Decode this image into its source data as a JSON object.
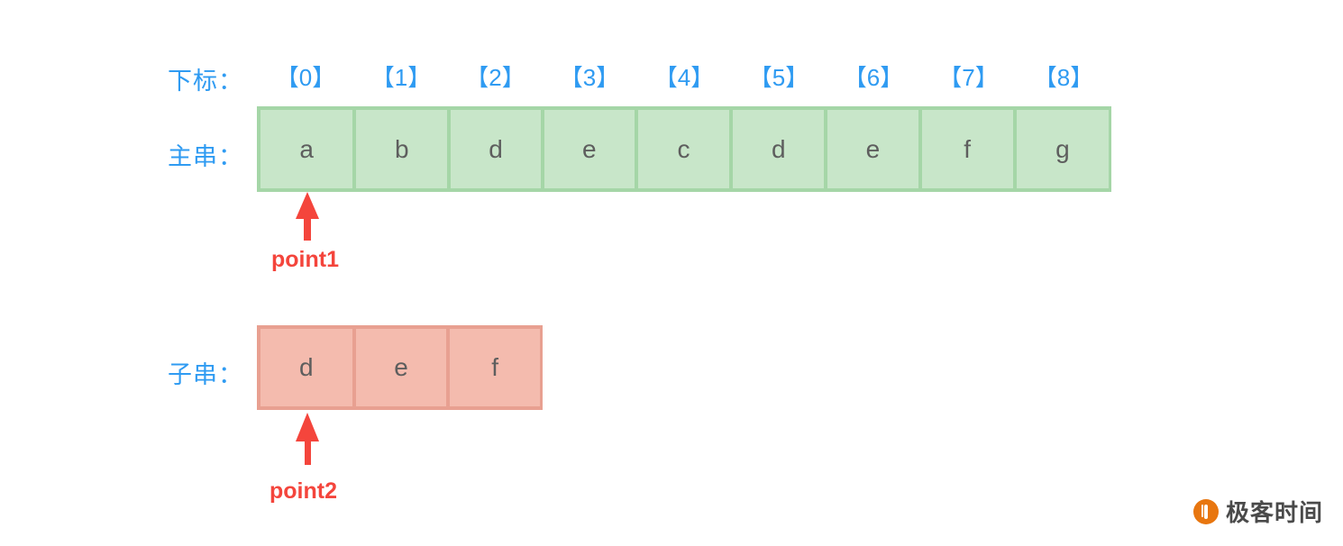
{
  "labels": {
    "index_row": "下标：",
    "main_row": "主串：",
    "sub_row": "子串："
  },
  "index_cells": [
    "【0】",
    "【1】",
    "【2】",
    "【3】",
    "【4】",
    "【5】",
    "【6】",
    "【7】",
    "【8】"
  ],
  "main_string": {
    "chars": [
      "a",
      "b",
      "d",
      "e",
      "c",
      "d",
      "e",
      "f",
      "g"
    ],
    "fill_color": "#c8e6c9",
    "border_color": "#a5d6a7"
  },
  "sub_string": {
    "chars": [
      "d",
      "e",
      "f"
    ],
    "fill_color": "#f4bbae",
    "border_color": "#e8a091"
  },
  "pointers": {
    "point1": {
      "label": "point1",
      "target_index": 0,
      "color": "#f4453c"
    },
    "point2": {
      "label": "point2",
      "target_index": 0,
      "color": "#f4453c"
    }
  },
  "watermark": {
    "text": "极客时间"
  },
  "colors": {
    "label_blue": "#2f9bf2",
    "char_gray": "#5e5e5e",
    "pointer_red": "#f4453c",
    "logo_orange": "#e8760f"
  }
}
